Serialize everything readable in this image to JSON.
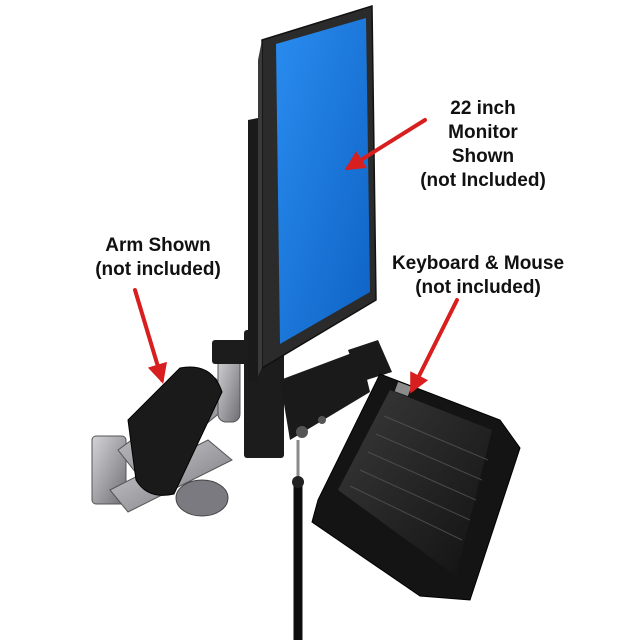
{
  "annotations": {
    "monitor": {
      "line1": "22 inch",
      "line2": "Monitor",
      "line3": "Shown",
      "line4": "(not Included)"
    },
    "arm": {
      "line1": "Arm Shown",
      "line2": "(not included)"
    },
    "keyboard": {
      "line1": "Keyboard & Mouse",
      "line2": "(not included)"
    }
  },
  "colors": {
    "background": "#ffffff",
    "screen": "#1a7be0",
    "bezel": "#2b2b2b",
    "hardware": "#1c1c1c",
    "arm_silver": "#a9a9ad",
    "arrow": "#d81e1e"
  }
}
